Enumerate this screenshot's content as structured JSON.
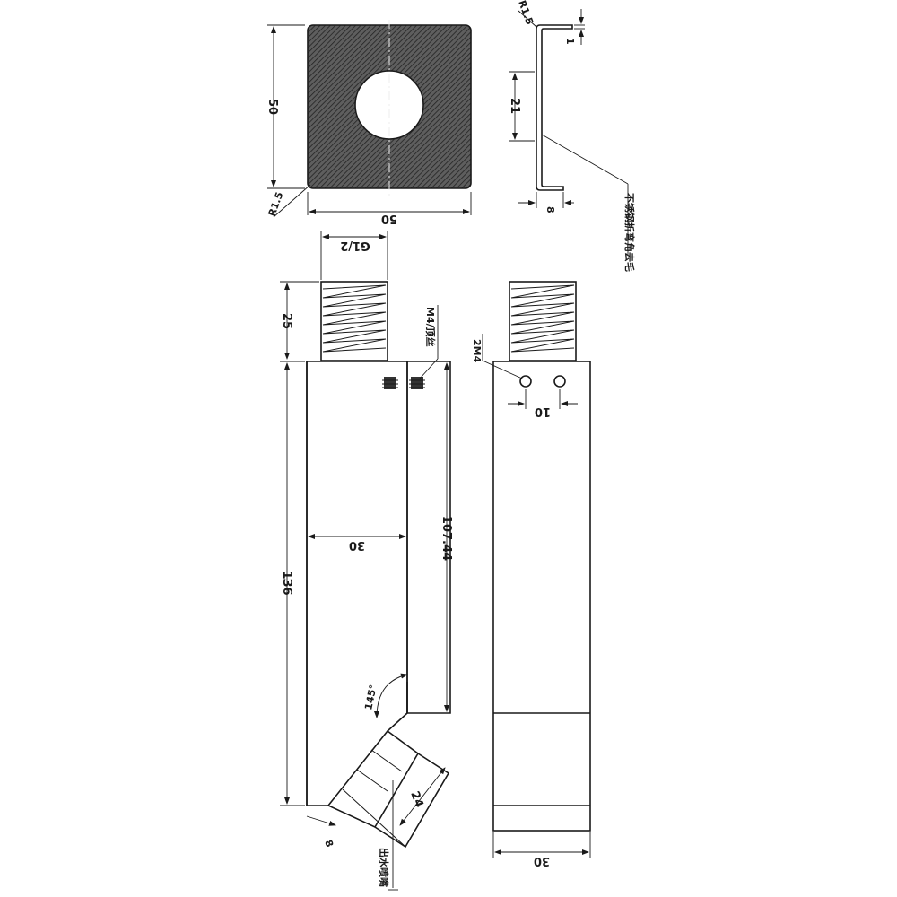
{
  "plate_view": {
    "dim_height": "50",
    "dim_width": "50",
    "dim_corner_radius": "R1.5"
  },
  "bracket_view": {
    "dim_radius": "R1.5",
    "dim_thickness": "1",
    "dim_gap": "21",
    "dim_foot": "8",
    "material_note": "不锈钢折弯角去毛"
  },
  "front_view": {
    "dim_thread": "G1/2",
    "dim_thread_length": "25",
    "dim_total_height": "136",
    "dim_inner_width": "30",
    "dim_depth": "107.44",
    "dim_angle": "145°",
    "dim_outlet_width": "24",
    "dim_outlet_offset": "8",
    "set_screw_note": "M4/顶丝",
    "outlet_note": "出水喷嘴"
  },
  "side_view": {
    "dim_holes": "2M4",
    "dim_hole_spacing": "10",
    "dim_width": "30"
  }
}
